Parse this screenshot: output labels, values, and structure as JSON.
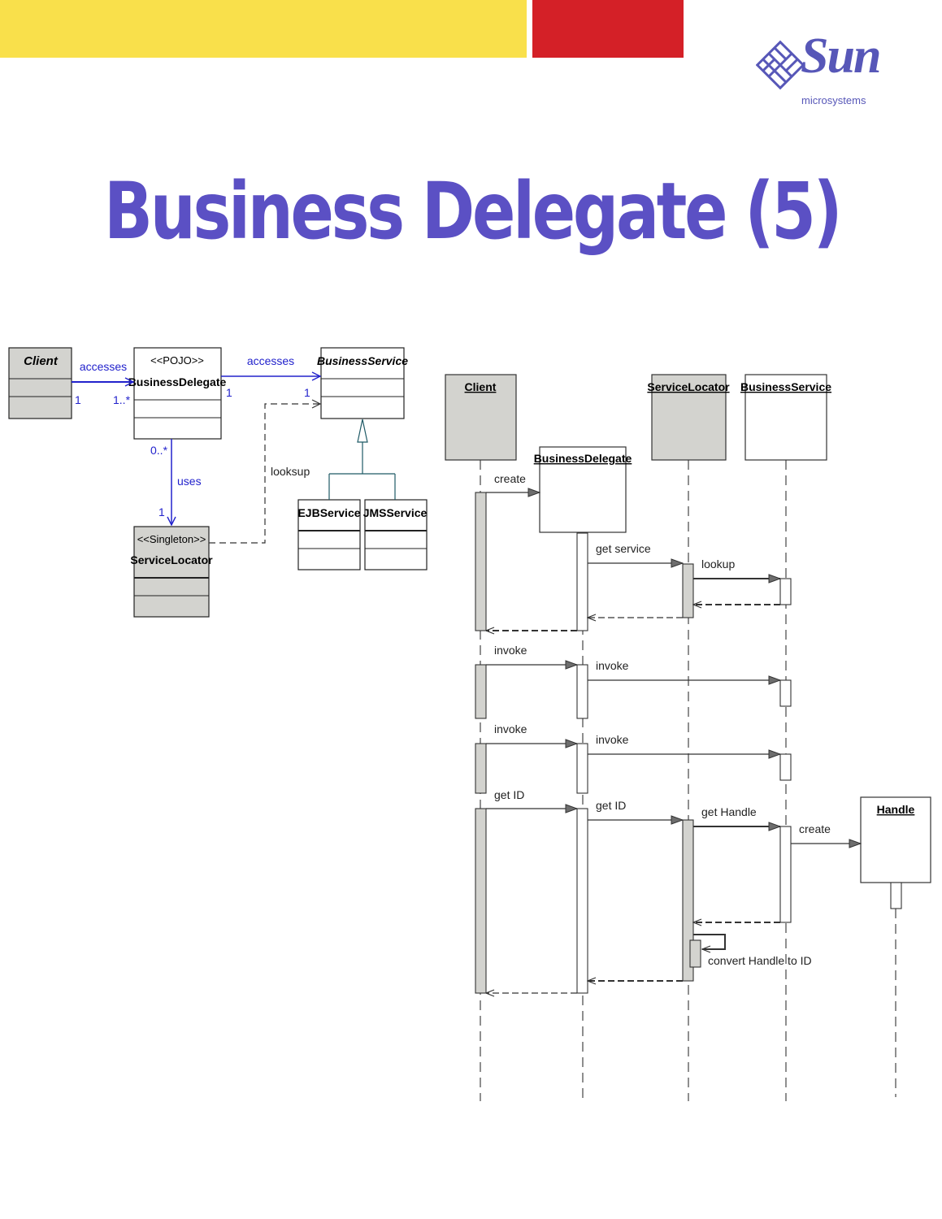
{
  "slide": {
    "title": "Business Delegate (5)",
    "brand": {
      "word": "Sun",
      "sub": "microsystems"
    }
  },
  "colors": {
    "yellow_bar": "#f9e04b",
    "red_bar": "#d42027",
    "title": "#5b50c4",
    "assoc_blue": "#2222cc",
    "box_gray": "#d3d3cf"
  },
  "class_diagram": {
    "classes": {
      "client": {
        "name": "Client",
        "stereotype": ""
      },
      "business_delegate": {
        "name": "BusinessDelegate",
        "stereotype": "<<POJO>>"
      },
      "business_service": {
        "name": "BusinessService",
        "stereotype": ""
      },
      "service_locator": {
        "name": "ServiceLocator",
        "stereotype": "<<Singleton>>"
      },
      "ejb_service": {
        "name": "EJBService",
        "stereotype": ""
      },
      "jms_service": {
        "name": "JMSService",
        "stereotype": ""
      }
    },
    "relations": {
      "client_accesses": {
        "label": "accesses",
        "mult_from": "1",
        "mult_to": "1..*"
      },
      "delegate_accesses": {
        "label": "accesses",
        "mult_from": "1",
        "mult_to": "1"
      },
      "delegate_uses": {
        "label": "uses",
        "mult_from": "0..*",
        "mult_to": "1"
      },
      "locator_lookup": {
        "label": "looksup"
      }
    }
  },
  "sequence_diagram": {
    "lifelines": {
      "client": "Client",
      "business_delegate": "BusinessDelegate",
      "service_locator": "ServiceLocator",
      "business_service": "BusinessService",
      "handle": "Handle"
    },
    "messages": {
      "m1": "create",
      "m2": "get service",
      "m3": "lookup",
      "m4": "invoke",
      "m5": "invoke",
      "m6": "invoke",
      "m7": "invoke",
      "m8": "get ID",
      "m9": "get ID",
      "m10": "get Handle",
      "m11": "create",
      "m12": "convert Handle to ID"
    }
  }
}
